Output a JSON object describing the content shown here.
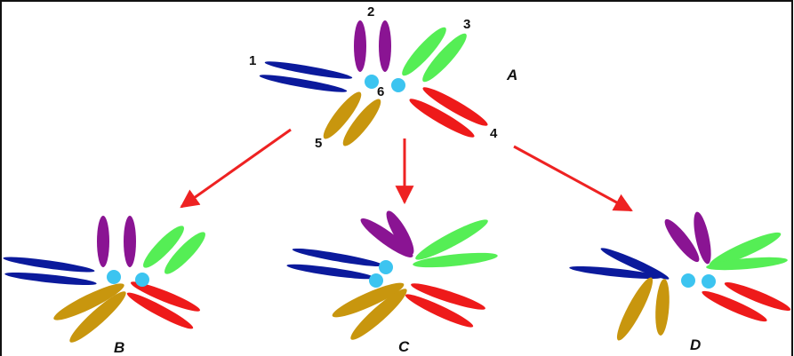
{
  "colors": {
    "arm_1": "#0b1a9c",
    "arm_2": "#8a1493",
    "arm_3": "#55ee55",
    "arm_4": "#ee1a1a",
    "arm_5": "#c8960e",
    "center": "#3cc4f0",
    "arrow": "#ee2222",
    "border": "#111111"
  },
  "icons": {
    "arm": "ellipse-petal",
    "center": "circle-dot",
    "arrow": "arrow-down-right"
  },
  "labels": {
    "arm_numbers": [
      "1",
      "2",
      "3",
      "4",
      "5",
      "6"
    ],
    "figures": [
      "A",
      "B",
      "C",
      "D"
    ]
  }
}
